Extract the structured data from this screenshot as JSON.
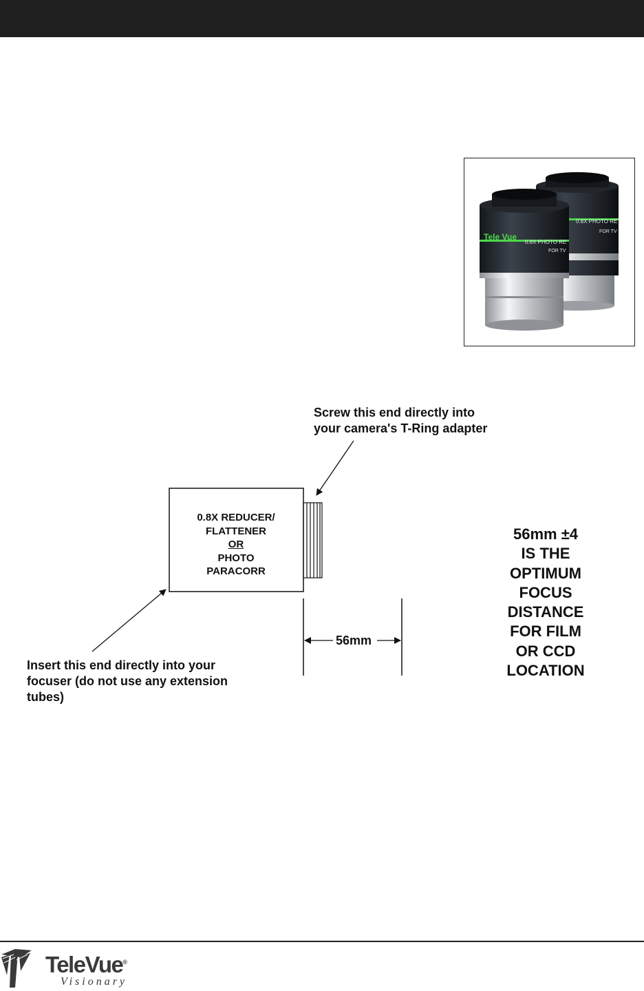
{
  "diagram": {
    "top_callout": [
      "Screw this end directly into",
      "your camera's T-Ring adapter"
    ],
    "bottom_callout": [
      "Insert this end directly into your",
      "focuser (do not use any extension",
      "tubes)"
    ],
    "box_label": {
      "line1": "0.8X REDUCER/",
      "line2": "FLATTENER",
      "line3": "OR",
      "line4": "PHOTO",
      "line5": "PARACORR"
    },
    "dimension_label": "56mm",
    "focus_note": [
      "56mm ±4",
      "IS THE",
      "OPTIMUM",
      "FOCUS",
      "DISTANCE",
      "FOR FILM",
      "OR CCD",
      "LOCATION"
    ]
  },
  "product_photo": {
    "brand_print": "Tele Vue",
    "lens_print": "0.8X PHOTO RE",
    "lens_print_2": "FOR TV"
  },
  "footer": {
    "brand": "TeleVue",
    "reg_mark": "®",
    "tagline": "Visionary"
  },
  "colors": {
    "header_bar": "#1f1f1f",
    "barrel_dark": "#2b2f36",
    "band_green": "#4cd84a",
    "chrome": "#c9cbcd"
  }
}
